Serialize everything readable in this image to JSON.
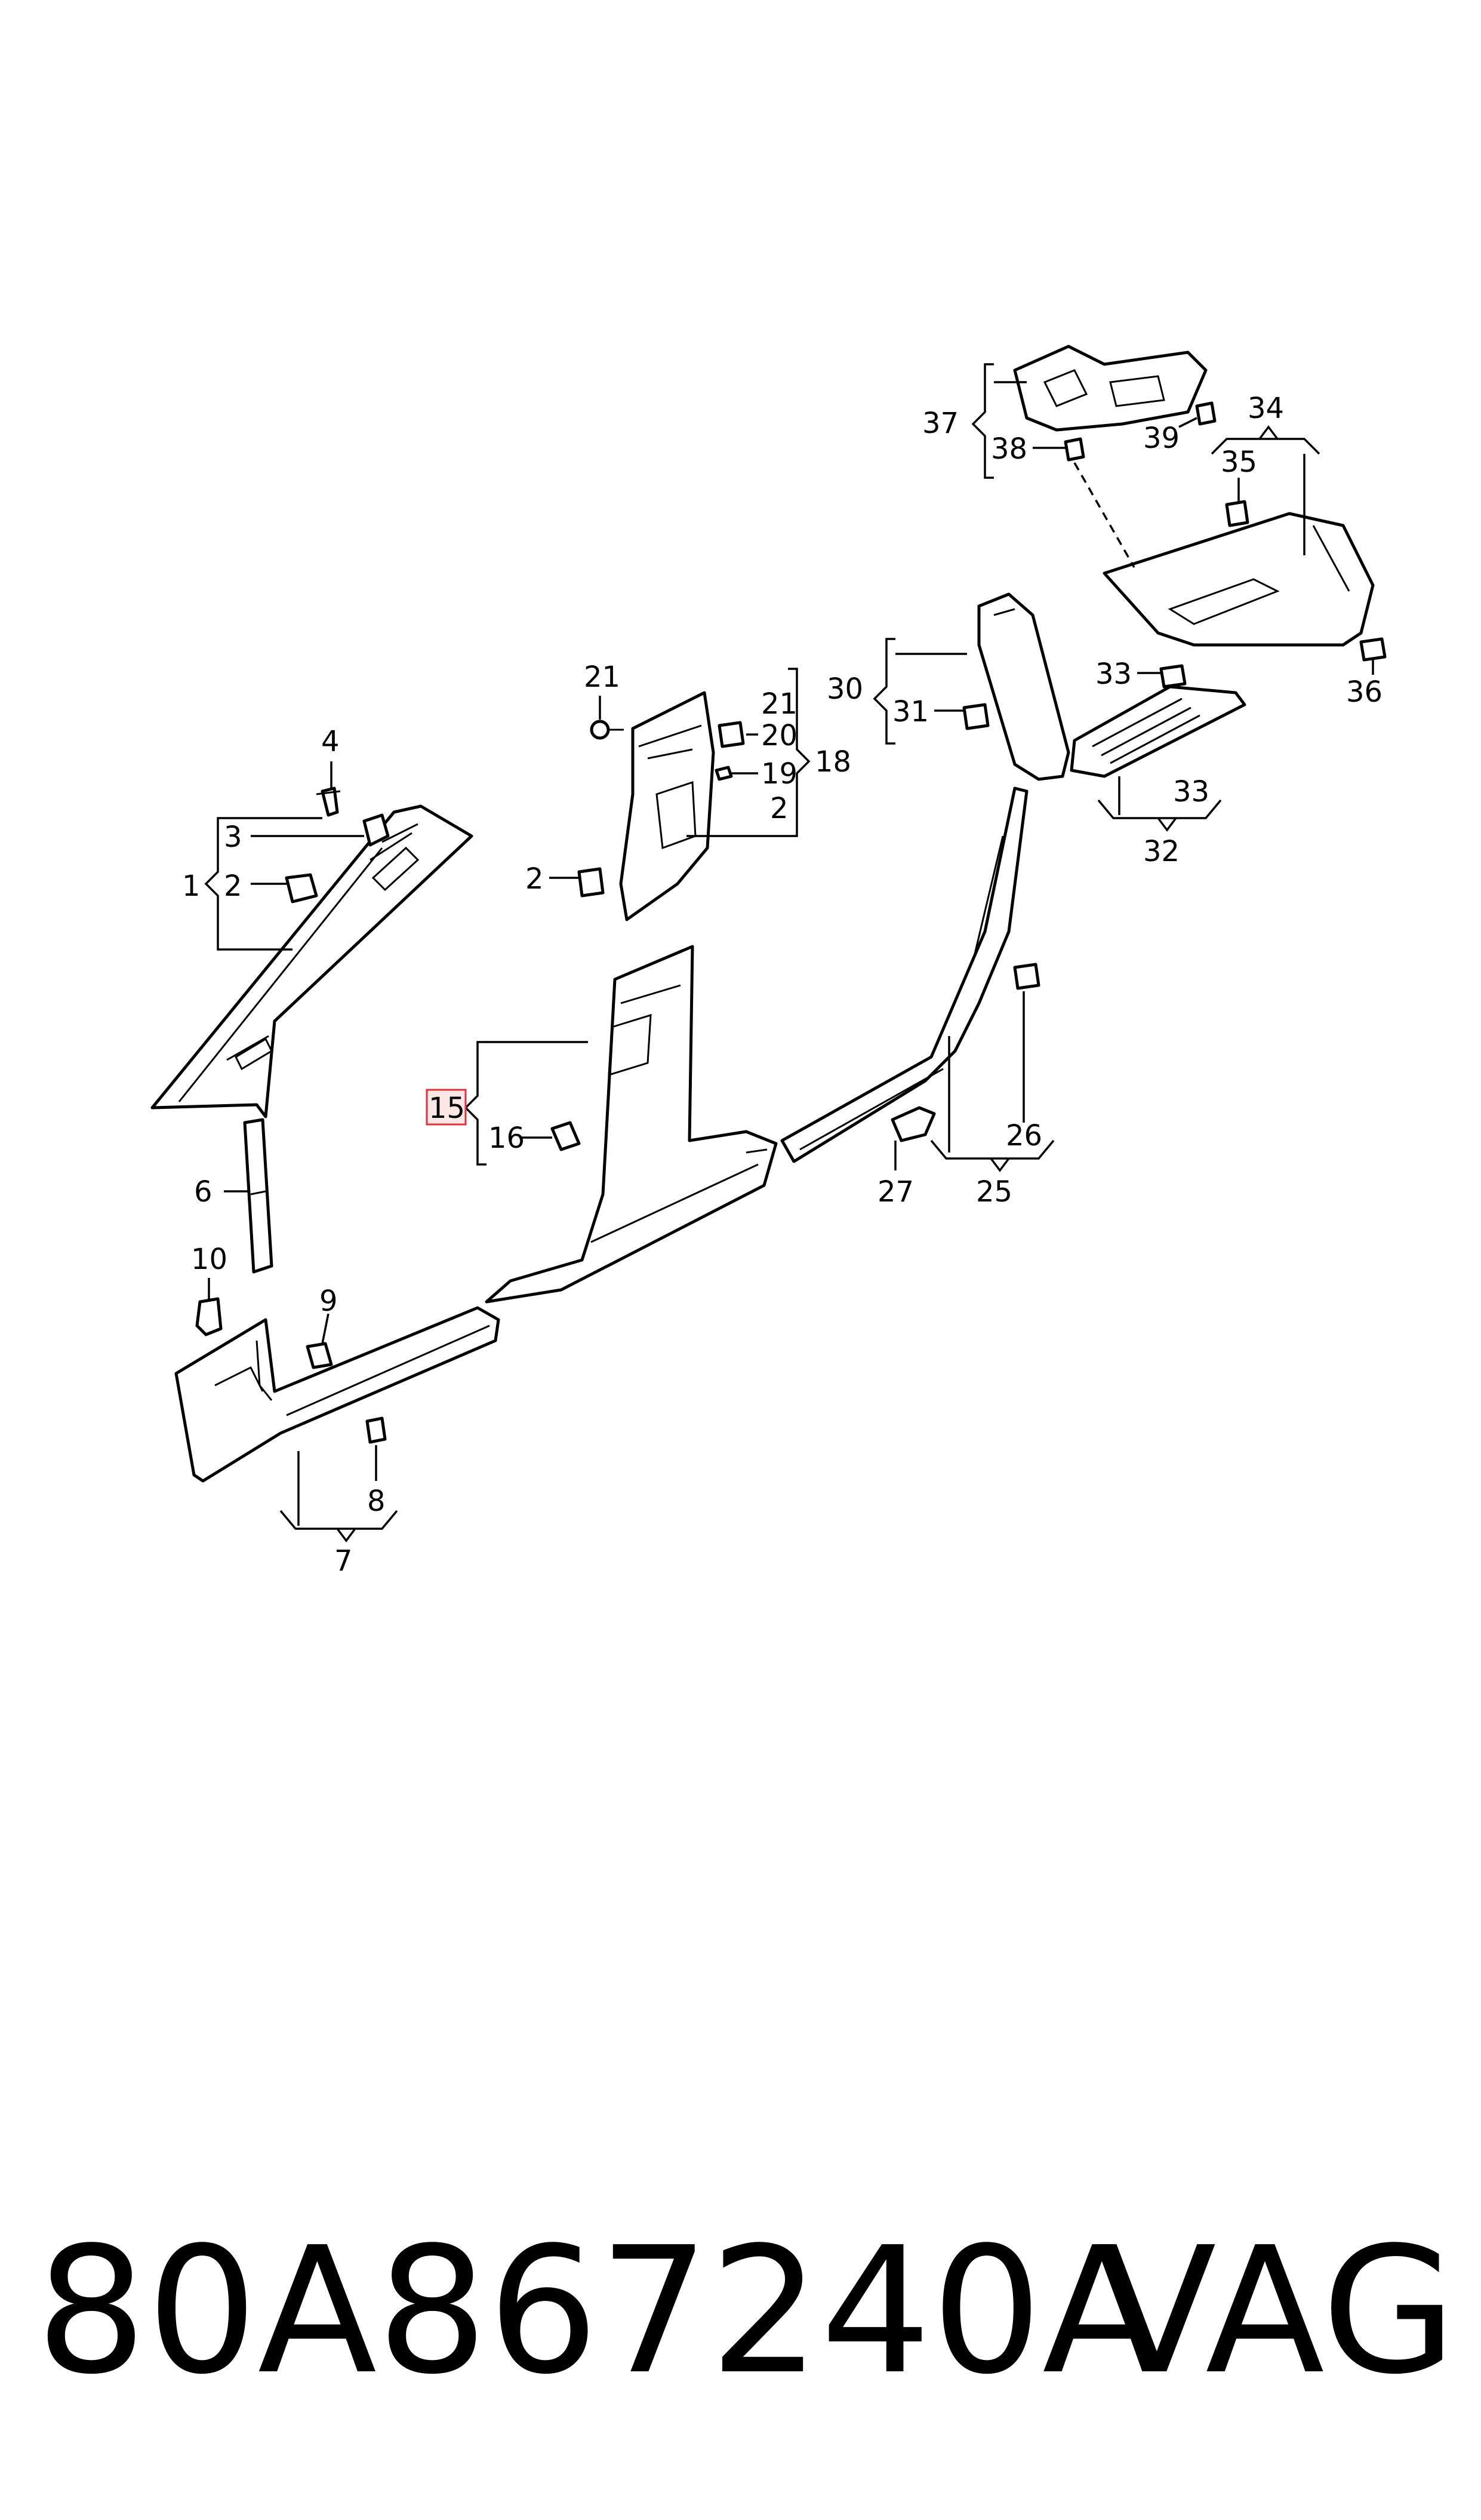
{
  "callouts": {
    "c1": "1",
    "c2a": "2",
    "c2b": "2",
    "c2c": "2",
    "c3": "3",
    "c4": "4",
    "c6": "6",
    "c7": "7",
    "c8": "8",
    "c9": "9",
    "c10": "10",
    "c15": "15",
    "c16": "16",
    "c18": "18",
    "c19": "19",
    "c20": "20",
    "c21a": "21",
    "c21b": "21",
    "c25": "25",
    "c26": "26",
    "c27": "27",
    "c30": "30",
    "c31": "31",
    "c32": "32",
    "c33a": "33",
    "c33b": "33",
    "c34": "34",
    "c35": "35",
    "c36": "36",
    "c37": "37",
    "c38": "38",
    "c39": "39"
  },
  "highlighted_callout": "15",
  "highlight_color": "#e0303a",
  "footer": {
    "part_number": "80A867240A",
    "brand": "VAG"
  }
}
